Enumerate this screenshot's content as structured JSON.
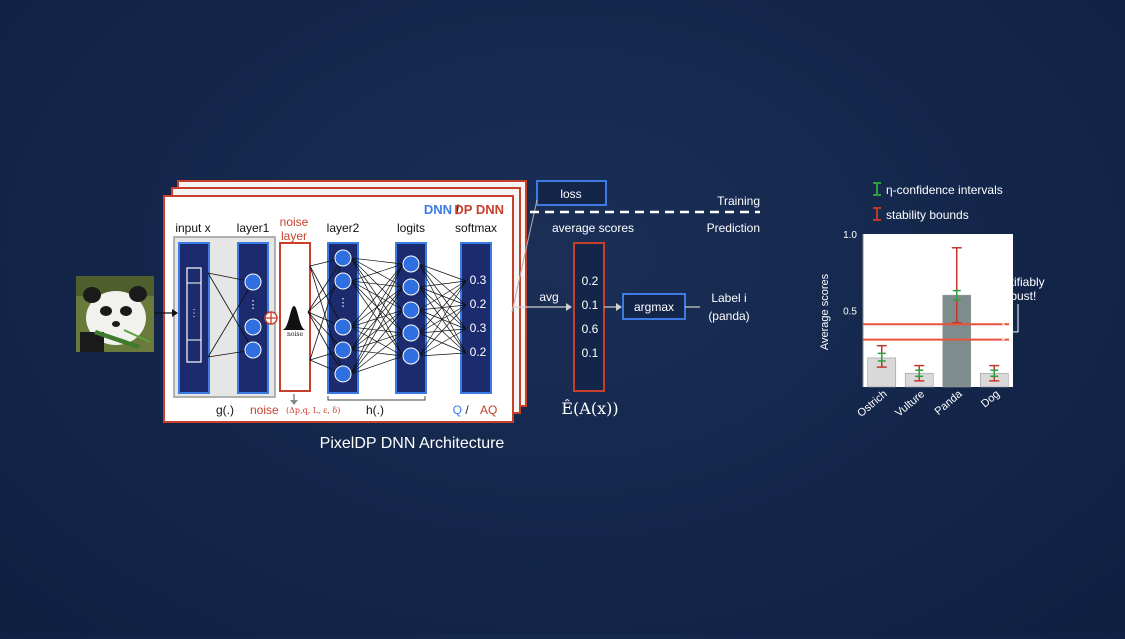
{
  "diagram": {
    "caption": "PixelDP DNN Architecture",
    "header_dnn": "DNN",
    "header_sep": " / ",
    "header_dp": "DP DNN",
    "layers": {
      "input": "input x",
      "layer1": "layer1",
      "noise_line1": "noise",
      "noise_line2": "layer",
      "layer2": "layer2",
      "logits": "logits",
      "softmax": "softmax"
    },
    "bottom": {
      "g": "g(.)",
      "noise": "noise",
      "noise_params": "(Δp,q, L, ε, δ)",
      "h": "h(.)",
      "q": "Q",
      "slash": " / ",
      "aq": "AQ"
    },
    "noise_box_label": "noise",
    "softmax_values": [
      "0.3",
      "0.2",
      "0.3",
      "0.2"
    ],
    "loss_label": "loss",
    "training_label": "Training",
    "prediction_label": "Prediction",
    "average_scores_label": "average scores",
    "avg_label": "avg",
    "avg_values": [
      "0.2",
      "0.1",
      "0.6",
      "0.1"
    ],
    "argmax_label": "argmax",
    "label_line1": "Label i",
    "label_line2": "(panda)",
    "expectation_label": "Ê(A(x))"
  },
  "legend": {
    "confidence": "η-confidence intervals",
    "stability": "stability bounds"
  },
  "chart_data": {
    "type": "bar",
    "categories": [
      "Ostrich",
      "Vulture",
      "Panda",
      "Dog"
    ],
    "values": [
      0.19,
      0.09,
      0.6,
      0.09
    ],
    "confidence_intervals": [
      [
        0.17,
        0.22
      ],
      [
        0.07,
        0.11
      ],
      [
        0.57,
        0.63
      ],
      [
        0.07,
        0.11
      ]
    ],
    "stability_bounds": [
      [
        0.13,
        0.27
      ],
      [
        0.04,
        0.14
      ],
      [
        0.42,
        0.91
      ],
      [
        0.04,
        0.14
      ]
    ],
    "threshold_lines": [
      0.41,
      0.31
    ],
    "ylabel": "Average scores",
    "yticks": [
      "0.5",
      "1.0"
    ],
    "ylim": [
      0,
      1.0
    ],
    "annotation": "Certifiably robust!",
    "colors": {
      "bar": "#d9d9d9",
      "bar_highlight": "#7f8c8d",
      "ci": "#2e9e3e",
      "stability": "#c0392b",
      "threshold": "#e8523c"
    }
  },
  "colors": {
    "dnn_blue": "#3b7be3",
    "dp_red": "#c8402c",
    "layer_fill": "#1b2b6e",
    "node_blue": "#2f6fe0"
  }
}
